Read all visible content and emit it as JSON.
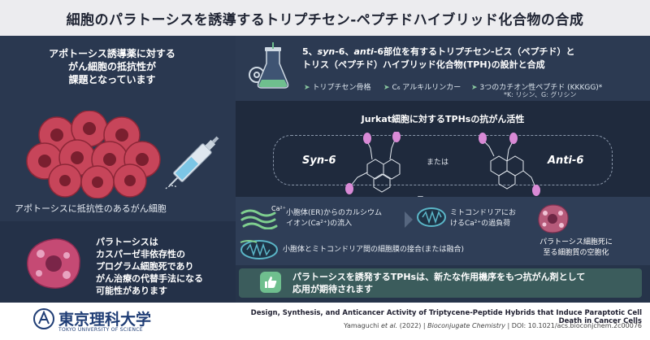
{
  "title": "細胞のパラトーシスを誘導するトリプチセン-ペプチドハイブリッド化合物の合成",
  "left": {
    "resistance_title": "アポトーシス誘導薬に対する\nがん細胞の抵抗性が\n課題となっています",
    "resistance_caption": "アポトーシスに抵抗性のあるがん細胞",
    "paraptosis_text": "パラトーシスは\nカスパーゼ非依存性の\nプログラム細胞死であり\nがん治療の代替手法になる\n可能性があります"
  },
  "design": {
    "title_line1_pre": "5、",
    "title_line1_syn": "syn",
    "title_line1_mid": "-6、",
    "title_line1_anti": "anti",
    "title_line1_post": "-6部位を有するトリプチセン-ビス（ペプチド）と",
    "title_line2": "トリス（ペプチド）ハイブリッド化合物(TPH)の設計と合成",
    "features": [
      "トリプチセン骨格",
      "C₆ アルキルリンカー",
      "3つのカチオン性ペプチド (KKKGG)*"
    ],
    "feature_note": "*K: リシン、G: グリシン"
  },
  "activity": {
    "title": "Jurkat細胞に対するTPHsの抗がん活性",
    "syn_label": "Syn-6",
    "or_label": "または",
    "anti_label": "Anti-6"
  },
  "mechanism": {
    "er_ca": "小胞体(ER)からのカルシウム\nイオン(Ca²⁺)の流入",
    "mito_ca": "ミトコンドリアにお\nけるCa²⁺の過負荷",
    "fusion": "小胞体とミトコンドリア間の細胞膜の接合(または融合)",
    "vacuole": "パラトーシス細胞死に\n至る細胞質の空胞化",
    "ca_label": "Ca²⁺"
  },
  "conclusion": "パラトーシスを誘発するTPHsは、新たな作用機序をもつ抗がん剤として\n応用が期待されます",
  "footer": {
    "logo_name": "東京理科大学",
    "logo_en": "TOKYO UNIVERSITY OF SCIENCE",
    "paper_title": "Design, Synthesis, and Anticancer Activity of Triptycene-Peptide Hybrids that Induce Paraptotic Cell Death in Cancer Cells",
    "authors": "Yamaguchi ",
    "et_al": "et al.",
    "year": " (2022)  |  ",
    "journal": "Bioconjugate Chemistry",
    "doi": "  |  DOI: 10.1021/acs.bioconjchem.2c00076"
  },
  "colors": {
    "background": "#26344a",
    "cell": "#c7455a",
    "peptide": "#d98ad6",
    "mito": "#5bb6c8",
    "er": "#7fcf8f",
    "accent": "#6fbf8e"
  },
  "icons": [
    "syringe-icon",
    "flask-gear-icon",
    "mitochondria-icon",
    "er-icon",
    "thumbs-up-icon",
    "vacuole-cell-icon",
    "paraptosis-cell-icon",
    "cancer-cell-cluster-icon"
  ]
}
